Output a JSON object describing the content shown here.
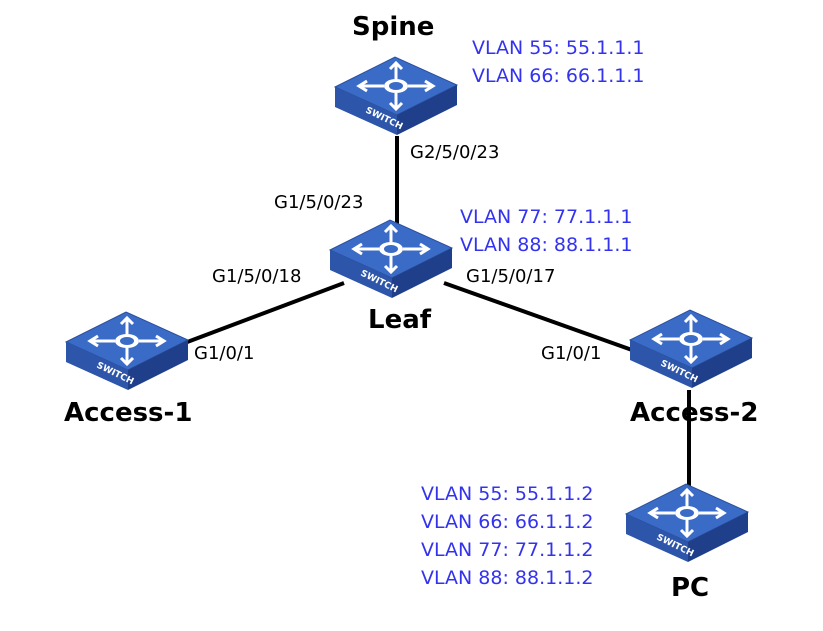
{
  "colors": {
    "link": "#000000",
    "vlan_text": "#3333ee",
    "switch_top": "#3a6bc7",
    "switch_side": "#1f3f8a",
    "switch_front": "#2d56aa",
    "arrow": "#ffffff"
  },
  "icon": "switch-icon",
  "switch_badge": "SWITCH",
  "devices": {
    "spine": {
      "name": "Spine"
    },
    "leaf": {
      "name": "Leaf"
    },
    "access1": {
      "name": "Access-1"
    },
    "access2": {
      "name": "Access-2"
    },
    "pc": {
      "name": "PC"
    }
  },
  "ports": {
    "spine_down": "G2/5/0/23",
    "leaf_up": "G1/5/0/23",
    "leaf_to_access1": "G1/5/0/18",
    "leaf_to_access2": "G1/5/0/17",
    "access1_up": "G1/0/1",
    "access2_up": "G1/0/1"
  },
  "vlans": {
    "spine": [
      "VLAN 55: 55.1.1.1",
      "VLAN 66: 66.1.1.1"
    ],
    "leaf": [
      "VLAN 77: 77.1.1.1",
      "VLAN 88: 88.1.1.1"
    ],
    "pc": [
      "VLAN 55: 55.1.1.2",
      "VLAN 66: 66.1.1.2",
      "VLAN 77: 77.1.1.2",
      "VLAN 88: 88.1.1.2"
    ]
  }
}
